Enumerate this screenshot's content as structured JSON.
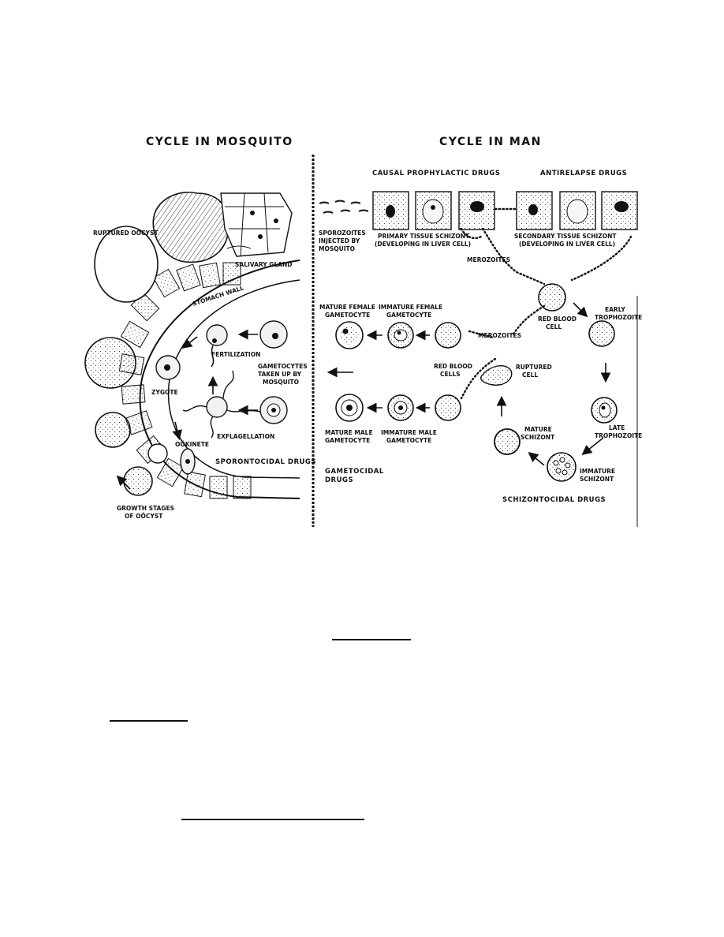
{
  "headers": {
    "mosquito": "CYCLE IN MOSQUITO",
    "man": "CYCLE IN MAN"
  },
  "drug_groups": {
    "causal": "CAUSAL PROPHYLACTIC DRUGS",
    "antirelapse": "ANTIRELAPSE DRUGS",
    "sporontocidal": "SPORONTOCIDAL DRUGS",
    "gametocidal_1": "GAMETOCIDAL",
    "gametocidal_2": "DRUGS",
    "schizontocidal": "SCHIZONTOCIDAL DRUGS"
  },
  "mosquito_labels": {
    "ruptured_oocyst": "RUPTURED OÖCYST",
    "salivary_gland": "SALIVARY GLAND",
    "stomach_wall": "STOMACH WALL",
    "fertilization": "FERTILIZATION",
    "zygote": "ZYGOTE",
    "exflagellation": "EXFLAGELLATION",
    "ookinete": "OÖKINETE",
    "gametocytes_1": "GAMETOCYTES",
    "gametocytes_2": "TAKEN UP BY",
    "gametocytes_3": "MOSQUITO",
    "growth_1": "GROWTH STAGES",
    "growth_2": "OF OÖCYST"
  },
  "man_labels": {
    "sporozoites_1": "SPOROZOITES",
    "sporozoites_2": "INJECTED BY",
    "sporozoites_3": "MOSQUITO",
    "primary_1": "PRIMARY TISSUE SCHIZONT",
    "primary_2": "(DEVELOPING IN LIVER CELL)",
    "secondary_1": "SECONDARY TISSUE SCHIZONT",
    "secondary_2": "(DEVELOPING IN LIVER CELL)",
    "merozoites_a": "MEROZOITES",
    "merozoites_b": "MEROZOITES",
    "rbc_cell_1": "RED BLOOD",
    "rbc_cell_2": "CELL",
    "early_troph_1": "EARLY",
    "early_troph_2": "TROPHOZOITE",
    "late_troph_1": "LATE",
    "late_troph_2": "TROPHOZOITE",
    "immature_schizont_1": "IMMATURE",
    "immature_schizont_2": "SCHIZONT",
    "mature_schizont_1": "MATURE",
    "mature_schizont_2": "SCHIZONT",
    "ruptured_cell_1": "RUPTURED",
    "ruptured_cell_2": "CELL",
    "rbc_cells_1": "RED BLOOD",
    "rbc_cells_2": "CELLS",
    "mature_female_1": "MATURE FEMALE",
    "mature_female_2": "GAMETOCYTE",
    "immature_female_1": "IMMATURE FEMALE",
    "immature_female_2": "GAMETOCYTE",
    "mature_male_1": "MATURE MALE",
    "mature_male_2": "GAMETOCYTE",
    "immature_male_1": "IMMATURE MALE",
    "immature_male_2": "GAMETOCYTE"
  }
}
